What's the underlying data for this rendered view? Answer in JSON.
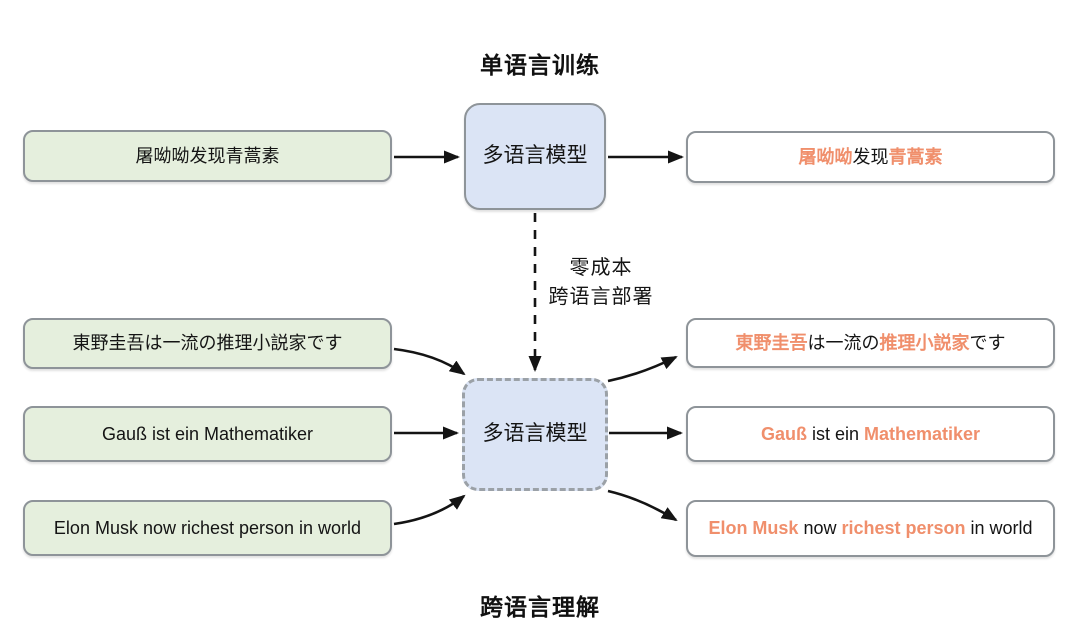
{
  "titles": {
    "top": "单语言训练",
    "bottom": "跨语言理解"
  },
  "model": {
    "label": "多语言模型"
  },
  "deploy": {
    "line1": "零成本",
    "line2": "跨语言部署"
  },
  "colors": {
    "highlight_orange": "#F08F6C",
    "green_fill": "#E5EFDD",
    "blue_fill": "#DBE4F5",
    "box_border": "#8E9499",
    "arrow_black": "#141414"
  },
  "monolingual": {
    "input": "屠呦呦发现青蒿素",
    "output_segments": [
      {
        "text": "屠呦呦",
        "highlight": true
      },
      {
        "text": "发现",
        "highlight": false
      },
      {
        "text": "青蒿素",
        "highlight": true
      }
    ]
  },
  "crosslingual": {
    "inputs": [
      "東野圭吾は一流の推理小説家です",
      "Gauß ist ein Mathematiker",
      "Elon Musk now richest person in world"
    ],
    "outputs": [
      [
        {
          "text": "東野圭吾",
          "highlight": true
        },
        {
          "text": "は一流の",
          "highlight": false
        },
        {
          "text": "推理小説家",
          "highlight": true
        },
        {
          "text": "です",
          "highlight": false
        }
      ],
      [
        {
          "text": "Gauß",
          "highlight": true
        },
        {
          "text": " ist ein ",
          "highlight": false
        },
        {
          "text": "Mathematiker",
          "highlight": true
        }
      ],
      [
        {
          "text": "Elon Musk",
          "highlight": true
        },
        {
          "text": " now ",
          "highlight": false
        },
        {
          "text": "richest person",
          "highlight": true
        },
        {
          "text": " in world",
          "highlight": false
        }
      ]
    ]
  }
}
